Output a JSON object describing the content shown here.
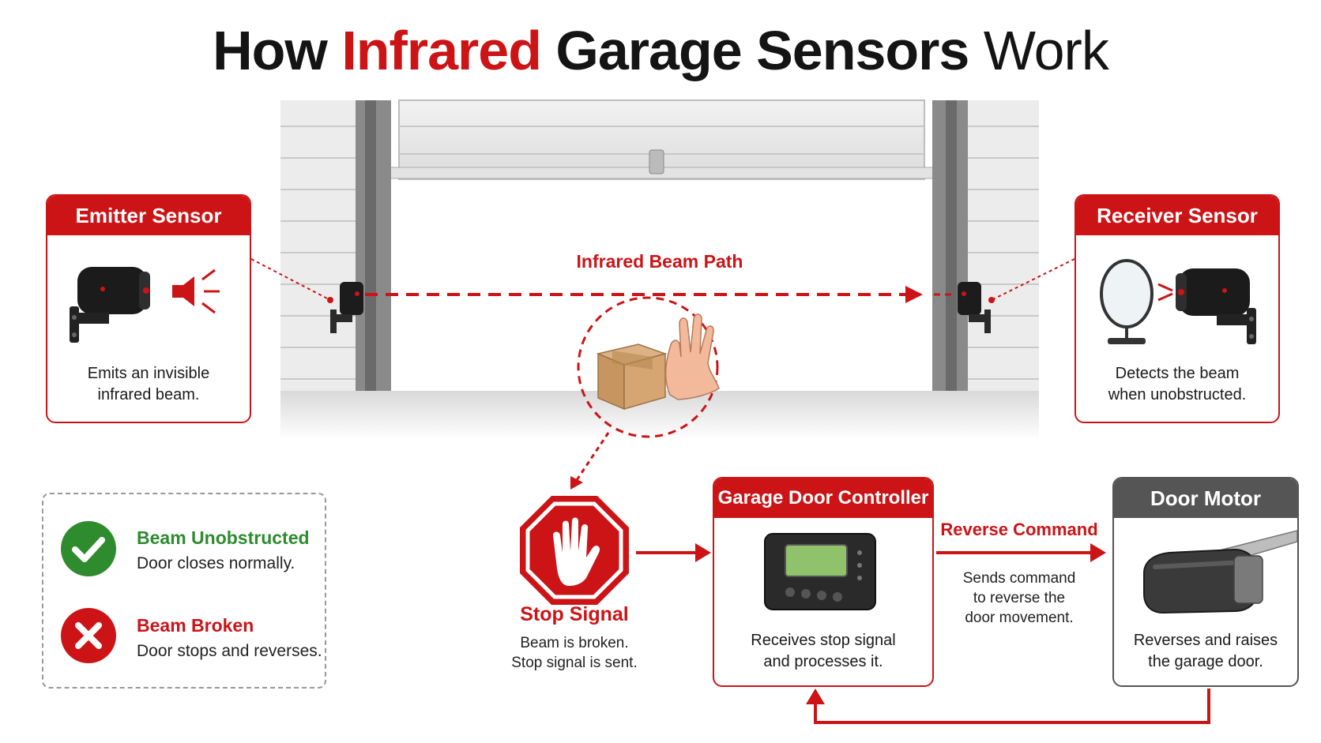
{
  "title": {
    "prefix": "How",
    "accent": "Infrared",
    "middle": "Garage Sensors",
    "suffix": "Work"
  },
  "beam_label": "Infrared Beam Path",
  "emitter": {
    "title": "Emitter Sensor",
    "desc_line1": "Emits an invisible",
    "desc_line2": "infrared beam."
  },
  "receiver": {
    "title": "Receiver Sensor",
    "desc_line1": "Detects the beam",
    "desc_line2": "when unobstructed."
  },
  "legend": {
    "ok_title": "Beam Unobstructed",
    "ok_text": "Door closes normally.",
    "bad_title": "Beam Broken",
    "bad_text": "Door stops and reverses."
  },
  "stop": {
    "title": "Stop Signal",
    "line1": "Beam is broken.",
    "line2": "Stop signal is sent."
  },
  "controller": {
    "title": "Garage Door Controller",
    "desc_line1": "Receives stop signal",
    "desc_line2": "and processes it."
  },
  "reverse": {
    "title": "Reverse Command",
    "line1": "Sends command",
    "line2": "to reverse the",
    "line3": "door movement."
  },
  "motor": {
    "title": "Door Motor",
    "desc_line1": "Reverses and raises",
    "desc_line2": "the garage door."
  },
  "colors": {
    "accent": "#cc1417",
    "success": "#2e8b2e",
    "gray": "#555555"
  }
}
